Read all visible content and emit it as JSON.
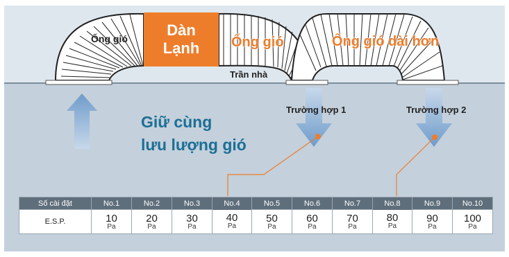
{
  "diagram": {
    "unit_label_line1": "Dàn",
    "unit_label_line2": "Lạnh",
    "duct_label": "Ống gió",
    "duct_label_orange": "Ống gió",
    "duct_longer_label": "Ống gió dài hơn",
    "ceiling_label": "Trần nhà",
    "case1_label": "Trường hợp 1",
    "case2_label": "Trường hợp 2",
    "keep_line1": "Giữ cùng",
    "keep_line2": "lưu lượng gió"
  },
  "table": {
    "setting_header": "Số cài đặt",
    "esp_label": "E.S.P.",
    "unit": "Pa",
    "settings": [
      "No.1",
      "No.2",
      "No.3",
      "No.4",
      "No.5",
      "No.6",
      "No.7",
      "No.8",
      "No.9",
      "No.10"
    ],
    "values": [
      "10",
      "20",
      "30",
      "40",
      "50",
      "60",
      "70",
      "80",
      "90",
      "100"
    ],
    "highlighted": [
      "No.4",
      "No.8"
    ]
  },
  "colors": {
    "accent_orange": "#ee7d2b",
    "text_blue": "#1c6f96",
    "arrow_blue": "#7fa6cf",
    "header_gray": "#5f6e7b"
  }
}
